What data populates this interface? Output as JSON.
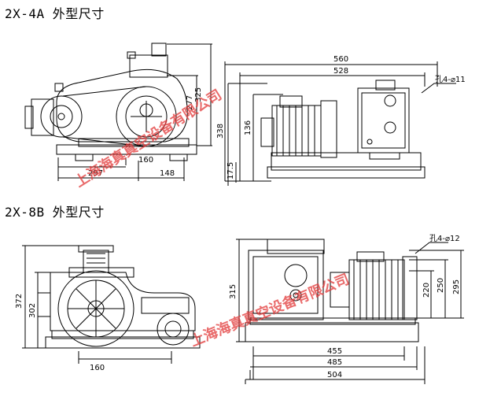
{
  "sections": [
    {
      "title": "2X-4A 外型尺寸",
      "dimensions": {
        "d325": "325",
        "d277": "277",
        "d297": "297",
        "d160": "160",
        "d148": "148",
        "d560": "560",
        "d528": "528",
        "d338": "338",
        "d136": "136",
        "d17_5": "17.5",
        "hole": "孔4-⌀11"
      }
    },
    {
      "title": "2X-8B 外型尺寸",
      "dimensions": {
        "d372": "372",
        "d302": "302",
        "d160": "160",
        "d315": "315",
        "d220": "220",
        "d250": "250",
        "d295": "295",
        "d455": "455",
        "d485": "485",
        "d504": "504",
        "hole": "孔4-⌀12"
      }
    }
  ],
  "watermark": "上海海真真空设备有限公司",
  "colors": {
    "line": "#000000",
    "watermark": "#e23a3a"
  }
}
